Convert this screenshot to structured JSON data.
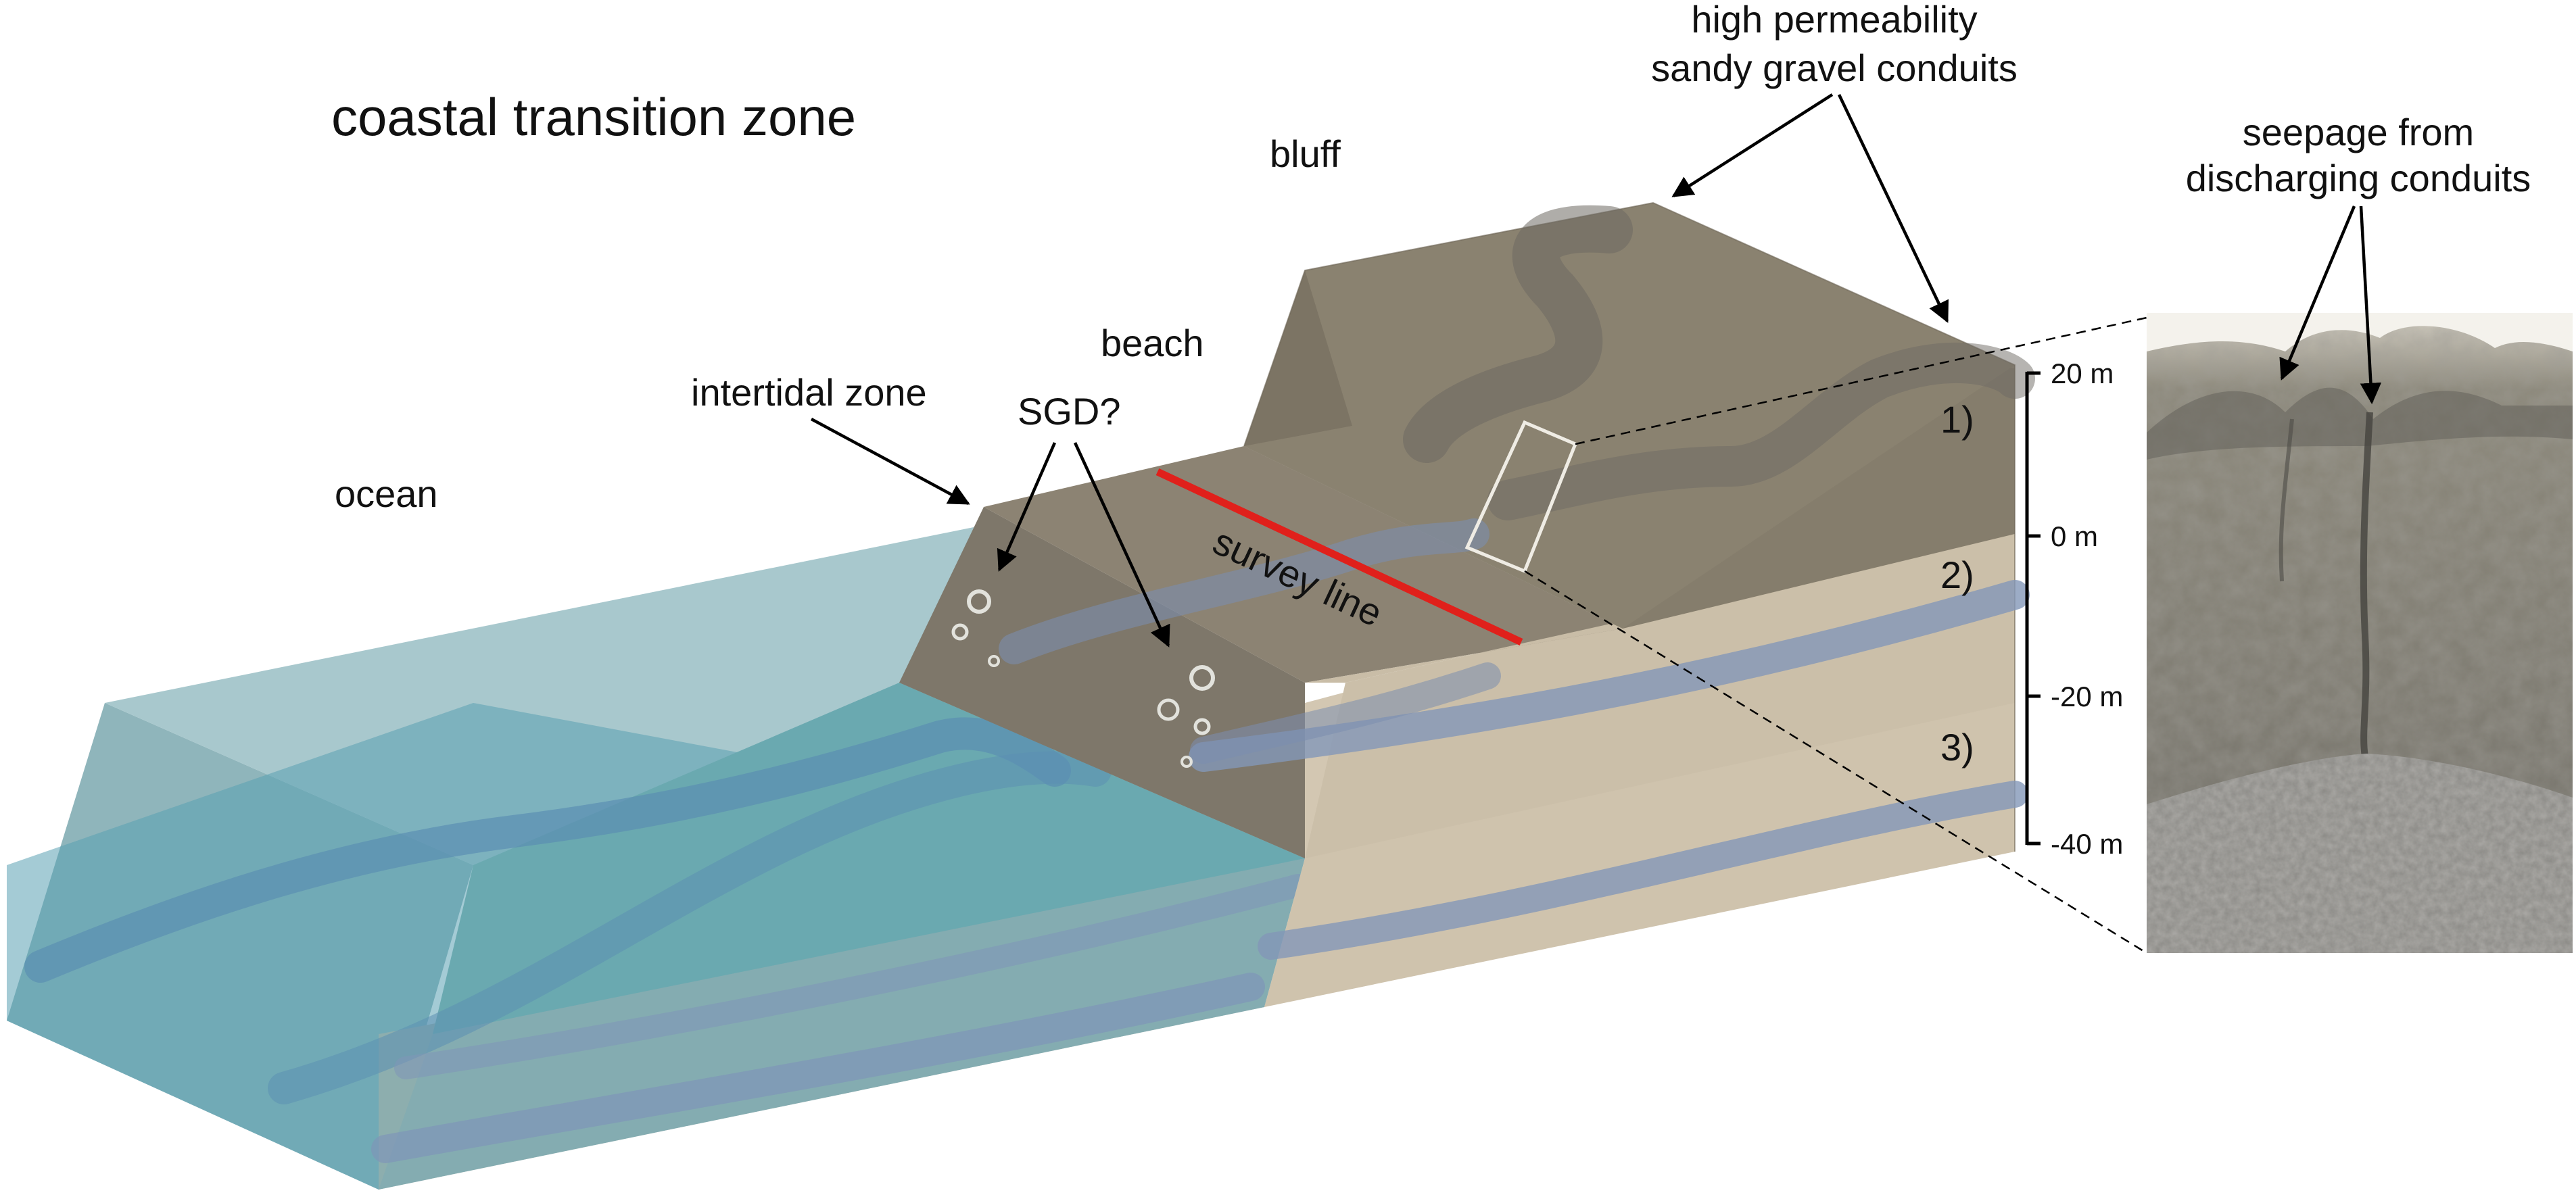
{
  "labels": {
    "title": "coastal transition zone",
    "ocean": "ocean",
    "intertidal": "intertidal zone",
    "beach": "beach",
    "bluff": "bluff",
    "sgd": "SGD?",
    "survey_line": "survey line",
    "conduits_line1": "high permeability",
    "conduits_line2": "sandy gravel conduits",
    "seepage_line1": "seepage from",
    "seepage_line2": "discharging conduits"
  },
  "layers": [
    "1)",
    "2)",
    "3)"
  ],
  "scale_bar": [
    "20 m",
    "0 m",
    "-20 m",
    "-40 m"
  ],
  "colors": {
    "ocean_water": "#76a9b6",
    "bluff_sediment": "#8a8170",
    "sand_layer": "#cfc3ad",
    "gravel_conduit": "#8397b8",
    "survey_line": "#e0201b"
  }
}
